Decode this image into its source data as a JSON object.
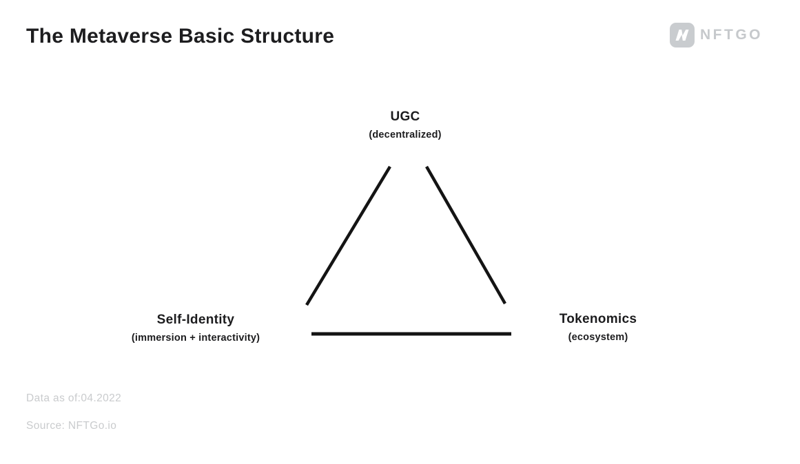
{
  "page": {
    "title": "The Metaverse Basic Structure"
  },
  "logo": {
    "brand": "NFTGO",
    "icon": "nftgo-n-icon"
  },
  "diagram": {
    "type": "triangle",
    "nodes": [
      {
        "position": "top",
        "label": "UGC",
        "sublabel": "(decentralized)"
      },
      {
        "position": "bottom-left",
        "label": "Self-Identity",
        "sublabel": "(immersion + interactivity)"
      },
      {
        "position": "bottom-right",
        "label": "Tokenomics",
        "sublabel": "(ecosystem)"
      }
    ]
  },
  "footer": {
    "data_as_of": "Data as of:04.2022",
    "source": "Source: NFTGo.io"
  },
  "colors": {
    "background": "#ffffff",
    "text": "#1c1c1e",
    "line": "#141414",
    "muted": "#c9cbcd",
    "logo_gray": "#c6c9cc"
  }
}
